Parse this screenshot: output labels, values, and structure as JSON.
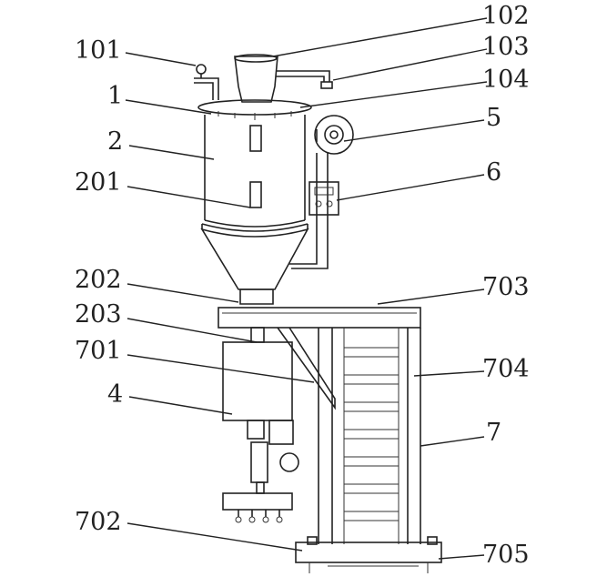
{
  "figure": {
    "labels": {
      "l101": "101",
      "l102": "102",
      "l103": "103",
      "l104": "104",
      "l1": "1",
      "l2": "2",
      "l5": "5",
      "l6": "6",
      "l201": "201",
      "l202": "202",
      "l203": "203",
      "l701": "701",
      "l702": "702",
      "l703": "703",
      "l704": "704",
      "l705": "705",
      "l4": "4",
      "l7": "7"
    }
  }
}
